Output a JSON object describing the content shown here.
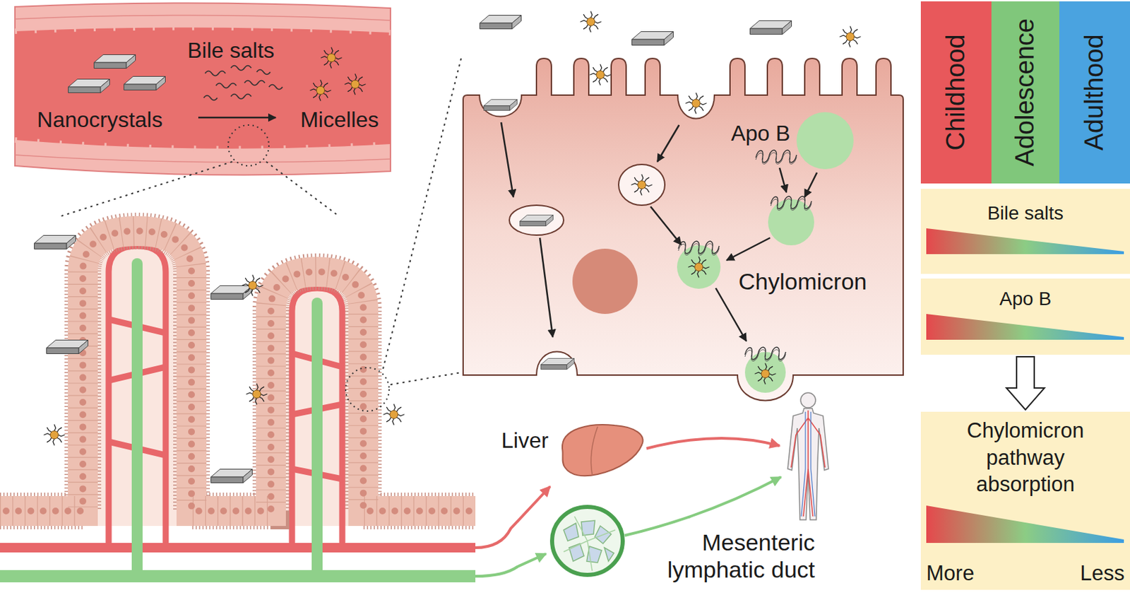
{
  "diagram": {
    "nodes": [
      {
        "text": [
          "Childhood"
        ]
      },
      {
        "text": [
          "Adolescence"
        ]
      },
      {
        "text": [
          "Adulthood"
        ]
      },
      {
        "text": [
          "Bile salts"
        ]
      },
      {
        "text": [
          "Apo B"
        ]
      },
      {
        "text": [
          "Chylomicron pathway absorption",
          "More",
          "Less"
        ]
      }
    ],
    "edges": [
      {
        "from": 4,
        "to": 5,
        "arrow": "to"
      }
    ],
    "labels": [
      "Bile salts",
      "Nanocrystals",
      "Micelles",
      "Apo B",
      "Chylomicron",
      "Liver",
      "Mesenteric lymphatic duct"
    ]
  }
}
